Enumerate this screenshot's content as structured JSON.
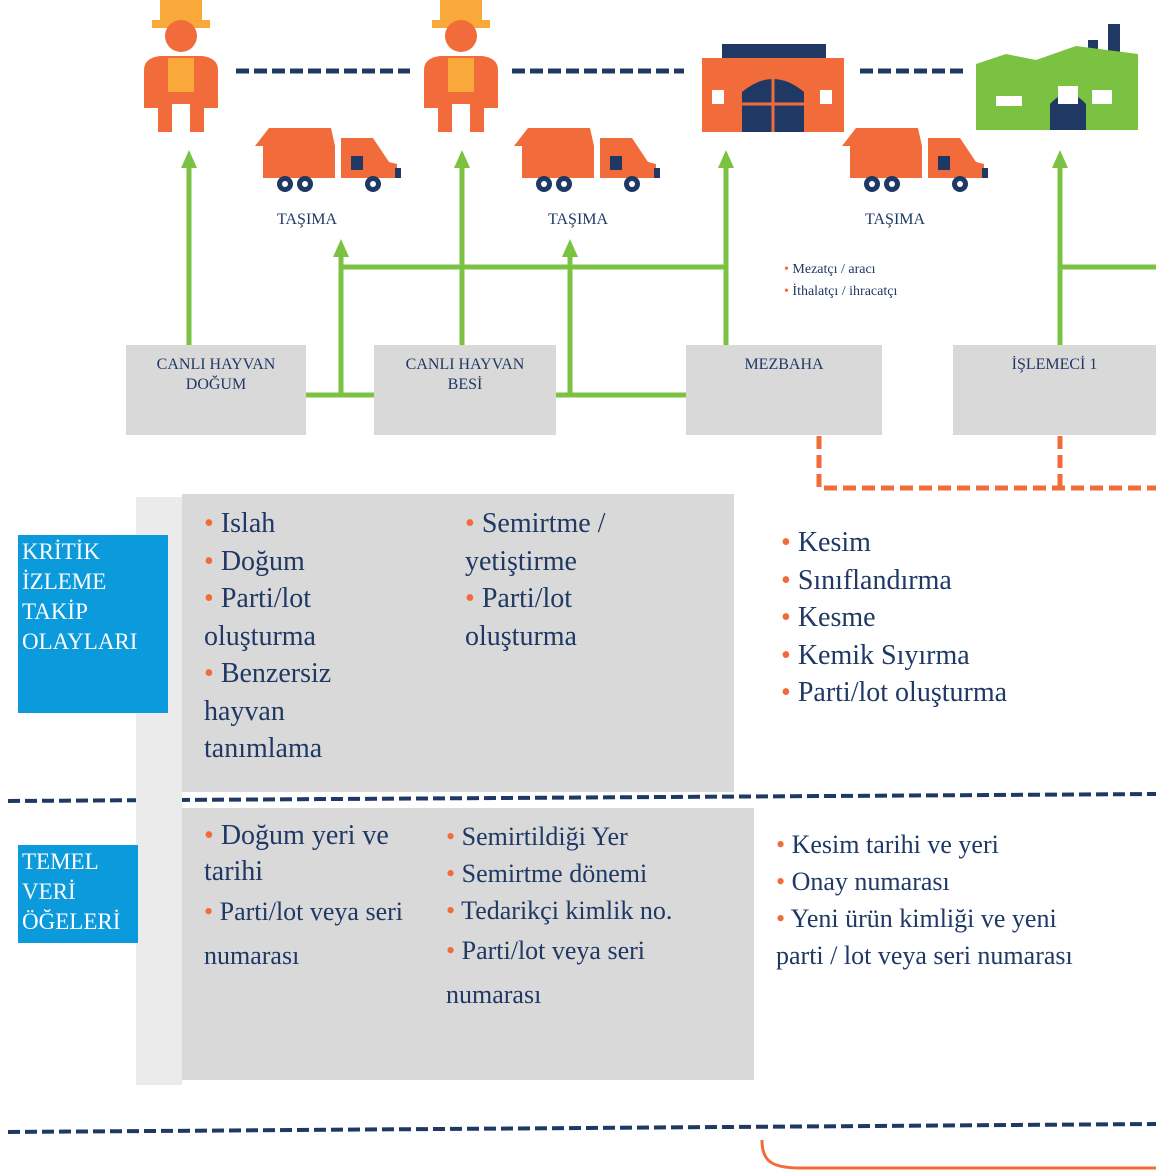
{
  "stages": [
    {
      "id": "canli-hayvan-dogum",
      "label": "CANLI HAYVAN\nDOĞUM"
    },
    {
      "id": "canli-hayvan-besi",
      "label": "CANLI HAYVAN\nBESİ"
    },
    {
      "id": "mezbaha",
      "label": "MEZBAHA"
    },
    {
      "id": "islemeci-1",
      "label": "İŞLEMECİ 1"
    }
  ],
  "transport_labels": [
    "TAŞIMA",
    "TAŞIMA",
    "TAŞIMA"
  ],
  "intermediaries": [
    "Mezatçı / aracı",
    "İthalatçı / ihracatçı"
  ],
  "bullet_char": "•",
  "critical_events": {
    "label_lines": [
      "KRİTİK",
      "İZLEME",
      "TAKİP",
      "OLAYLARI"
    ],
    "col1": [
      "Islah",
      "Doğum",
      "Parti/lot oluşturma",
      "Benzersiz hayvan tanımlama"
    ],
    "col2": [
      "Semirtme / yetiştirme",
      "Parti/lot oluşturma"
    ],
    "col3": [
      "Kesim",
      "Sınıflandırma",
      "Kesme",
      "Kemik Sıyırma",
      "Parti/lot oluşturma"
    ]
  },
  "key_data": {
    "label_lines": [
      "TEMEL",
      "VERİ",
      "ÖĞELERİ"
    ],
    "col1": [
      "Doğum yeri ve tarihi",
      "Parti/lot veya seri numarası"
    ],
    "col2": [
      "Semirtildiği Yer",
      "Semirtme dönemi",
      "Tedarikçi kimlik no.",
      "Parti/lot veya seri numarası"
    ],
    "col3": [
      "Kesim tarihi ve yeri",
      "Onay numarası",
      "Yeni ürün kimliği ve yeni parti / lot veya seri numarası"
    ]
  },
  "colors": {
    "navy": "#1f3864",
    "orange": "#f26b3a",
    "green": "#7cc242",
    "blue": "#0b9adb",
    "box_grey": "#d9d9d9"
  },
  "icons": [
    "farmer-icon",
    "farmer-icon",
    "slaughterhouse-icon",
    "factory-icon",
    "truck-icon",
    "truck-icon",
    "truck-icon"
  ]
}
